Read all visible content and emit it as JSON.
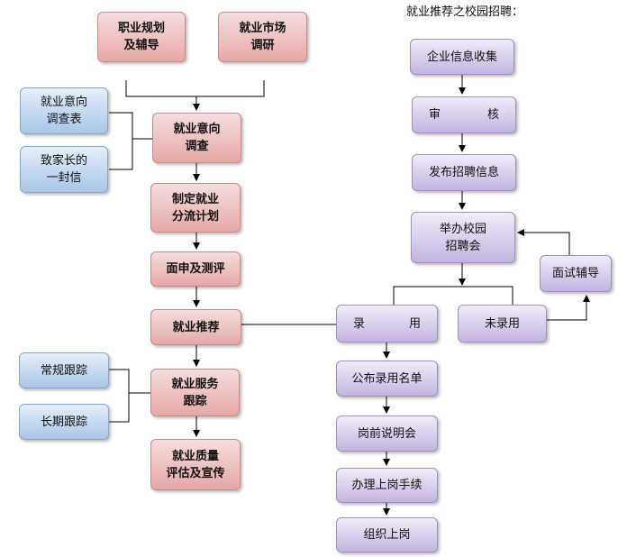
{
  "title": "就业推荐之校园招聘：",
  "left_top": {
    "career_planning": "职业规划\n及辅导",
    "market_research": "就业市场\n调研"
  },
  "side_inputs": {
    "questionnaire": "就业意向\n调查表",
    "parent_letter": "致家长的\n一封信"
  },
  "main_flow": {
    "intent_survey": "就业意向\n调查",
    "plan": "制定就业\n分流计划",
    "interview_eval": "面申及测评",
    "recommend": "就业推荐",
    "service_tracking": "就业服务\n跟踪",
    "quality_eval": "就业质量\n评估及宣传"
  },
  "tracking": {
    "regular": "常规跟踪",
    "long_term": "长期跟踪"
  },
  "campus_flow": {
    "collect": "企业信息收集",
    "review_a": "审",
    "review_b": "核",
    "publish": "发布招聘信息",
    "hold_fair": "举办校园\n招聘会",
    "coaching": "面试辅导",
    "hired_a": "录",
    "hired_b": "用",
    "not_hired": "未录用",
    "announce": "公布录用名单",
    "briefing": "岗前说明会",
    "procedures": "办理上岗手续",
    "onboard": "组织上岗"
  }
}
